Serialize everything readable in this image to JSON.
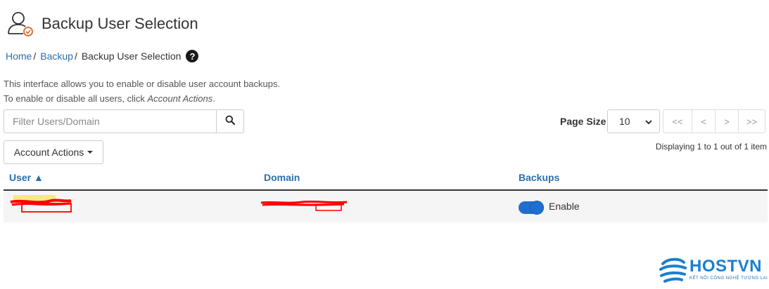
{
  "page": {
    "title": "Backup User Selection"
  },
  "breadcrumb": {
    "home": "Home",
    "backup": "Backup",
    "current": "Backup User Selection",
    "help": "?"
  },
  "description": {
    "line1": "This interface allows you to enable or disable user account backups.",
    "line2_prefix": "To enable or disable all users, click ",
    "line2_em": "Account Actions",
    "line2_suffix": "."
  },
  "filter": {
    "placeholder": "Filter Users/Domain",
    "value": ""
  },
  "pagination": {
    "page_size_label": "Page Size",
    "page_size_value": "10",
    "first": "<<",
    "prev": "<",
    "next": ">",
    "last": ">>",
    "displaying": "Displaying 1 to 1 out of 1 item"
  },
  "account_actions": {
    "label": "Account Actions"
  },
  "table": {
    "headers": {
      "user": "User ▲",
      "domain": "Domain",
      "backups": "Backups"
    },
    "rows": [
      {
        "user": "",
        "domain": "",
        "backups_enabled": true,
        "backups_label": "Enable"
      }
    ]
  },
  "logo": {
    "brand": "HOSTVN",
    "tagline": "KẾT NỐI CÔNG NGHỆ TƯƠNG LAI"
  },
  "colors": {
    "link": "#2a6fb0",
    "toggle_on": "#1f6fd0",
    "redaction": "#ff0000"
  }
}
